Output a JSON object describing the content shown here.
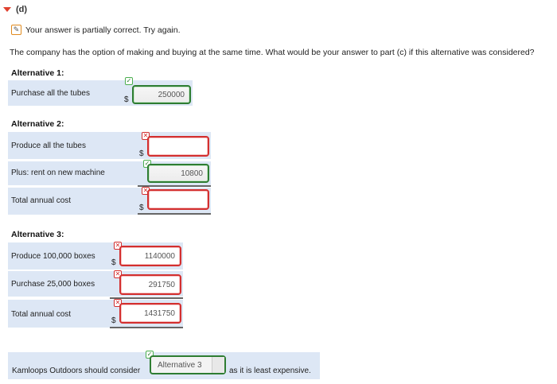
{
  "part": {
    "label": "(d)"
  },
  "status": {
    "text": "Your answer is partially correct.  Try again.",
    "icon": "pencil-icon"
  },
  "question": "The company has the option of making and buying at the same time. What would be your answer to part (c) if this alternative was considered?",
  "alt1": {
    "title": "Alternative 1:",
    "rows": [
      {
        "label": "Purchase all the tubes",
        "currency": "$",
        "value": "250000",
        "state": "correct"
      }
    ]
  },
  "alt2": {
    "title": "Alternative 2:",
    "rows": [
      {
        "label": "Produce all the tubes",
        "currency": "$",
        "value": "",
        "state": "incorrect"
      },
      {
        "label": "Plus:  rent on new machine",
        "currency": "",
        "value": "10800",
        "state": "correct"
      },
      {
        "label": "Total annual cost",
        "currency": "$",
        "value": "",
        "state": "incorrect"
      }
    ]
  },
  "alt3": {
    "title": "Alternative 3:",
    "rows": [
      {
        "label": "Produce 100,000 boxes",
        "currency": "$",
        "value": "1140000",
        "state": "incorrect"
      },
      {
        "label": "Purchase 25,000 boxes",
        "currency": "",
        "value": "291750",
        "state": "incorrect"
      },
      {
        "label": "Total annual cost",
        "currency": "$",
        "value": "1431750",
        "state": "incorrect"
      }
    ]
  },
  "conclusion": {
    "prefix": "Kamloops Outdoors should consider",
    "selected": "Alternative 3",
    "suffix": "as it is least expensive."
  },
  "colors": {
    "correct": "#2e7d32",
    "incorrect": "#d32f2f",
    "row_bg": "#dde7f5",
    "caret": "#e0402e"
  }
}
